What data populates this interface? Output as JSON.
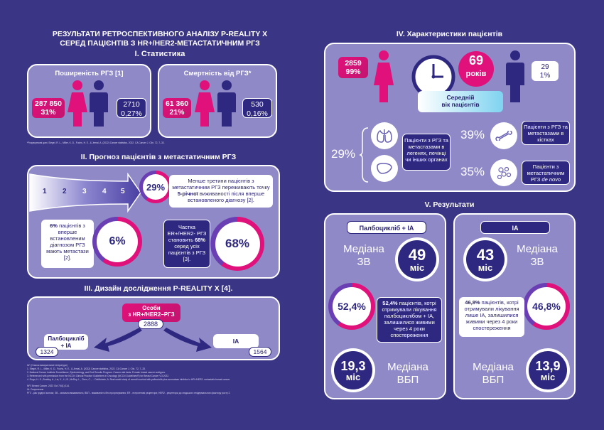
{
  "title": {
    "line1": "РЕЗУЛЬТАТИ  РЕТРОСПЕКТИВНОГО АНАЛІЗУ P-REALITY X",
    "line2": "СЕРЕД ПАЦІЄНТІВ З HR+/HER2-МЕТАСТАТИЧНИМ РГЗ"
  },
  "s1": {
    "heading": "І. Статистика",
    "prev_label": "Поширеність РГЗ [1]",
    "prev_f": "287 850\n31%",
    "prev_m": "2710\n0,27%",
    "mort_label": "Смертність від РГЗ*",
    "mort_f": "61 360\n21%",
    "mort_m": "530\n0,16%",
    "footnote": "*Розрахункові дані. Siegel, R. L., Miller, K. D., Fuchs, H. E., & Jemal, A. (2022) Cancer statistics, 2022. CA Cancer J. Clin. 72, 7–33."
  },
  "s2": {
    "heading": "ІІ. Прогноз пацієнтів з метастатичним РГЗ",
    "arrow_nums": [
      "1",
      "2",
      "3",
      "4",
      "5"
    ],
    "pct29": "29%",
    "text29_a": "Менше третини пацієнтів з метастатичним РГЗ переживають точку ",
    "text29_b": "5-річної",
    "text29_c": " виживаності після вперше встановленого діагнозу [2].",
    "pct6": "6%",
    "text6_a": "6%",
    "text6_b": " пацієнтів з вперше встановленим діагнозом РГЗ мають метастази [2].",
    "pct68": "68%",
    "text68_a": "Частка ER+/HER2- РГЗ становить ",
    "text68_b": "68%",
    "text68_c": " серед усіх пацієнтів з РГЗ [3]."
  },
  "s3": {
    "heading": "ІІІ. Дизайн дослідження  P-REALITY X [4].",
    "root_label": "Особи\nз HR+/HER2–РГЗ",
    "root_n": "2888",
    "left_label": "Палбоцикліб\n+ ІА",
    "left_n": "1324",
    "right_label": "ІА",
    "right_n": "1564"
  },
  "s4": {
    "heading": "IV. Характеристики пацієнтів",
    "female": "2859\n99%",
    "age_num": "69",
    "age_unit": "років",
    "age_label": "Середній\nвік пацієнтів",
    "male": "29\n1%",
    "pct29": "29%",
    "text29": "Пацієнти з РГЗ та метастазами в легенях, печінці чи інших органах",
    "pct39": "39%",
    "text39": "Пацієнти з РГЗ та метастазами в кістках",
    "pct35": "35%",
    "text35_a": "Пацієнти з метастатичним РГЗ ",
    "text35_b": "de novo"
  },
  "s5": {
    "heading": "V. Результати",
    "left_title": "Палбоцикліб + ІА",
    "right_title": "ІА",
    "median_os": "Медіана\nЗВ",
    "median_pfs": "Медіана\nВБП",
    "left_os_num": "49",
    "left_os_unit": "міс",
    "left_pct": "52,4%",
    "left_text_a": "52,4%",
    "left_text_b": " пацієнтів, котрі отримували лікування палбоциклібом + ІА, залишилися живими через 4 роки спостереження",
    "left_pfs_num": "19,3",
    "left_pfs_unit": "міс",
    "right_os_num": "43",
    "right_os_unit": "міс",
    "right_pct": "46,8%",
    "right_text_a": "46,8%",
    "right_text_b": " пацієнтів, котрі отримували лікування лише ІА, залишилися живими через 4 роки спостереження",
    "right_pfs_num": "13,9",
    "right_pfs_unit": "міс"
  },
  "footnotes": {
    "f0": "ІА* (Список використаної літератури)",
    "f1": "1. Siegel, R. L., Miller, K. D., Fuchs, H. E., & Jemal, A. (2022) Cancer statistics, 2022. CA Cancer J. Clin. 72, 7–33.",
    "f2": "2. National Cancer Institute Surveillance, Epidemiology, and End Results Program. Cancer stat facts: Female breast cancer subtypes.",
    "f3": "3. Referenced with permission from the NCCN Clinical Practice Guidelines in Oncology (NCCN Guidelines®) for Breast Cancer V.3.2022.",
    "f4": "4. Rugo, H. S., Brufsky, A., Liu, X., Li, B., McRoy, L., Chen, C., ... DeMichele, A. Real-world study of overall survival with palbociclib plus aromatase inhibitor in HR+/HER2- metastatic breast cancer.",
    "f5": "NPJ Breast Cancer. 2022 Oct 7;8(1):114.",
    "f6": "ІА: Скорочення",
    "f7": "РГЗ - рак грудної залози; ЗВ - загальна виживаність; ВБП - виживаність без прогресування; ER - естрогенові рецептори; HER2 - рецептори до людського епідермального фактору росту 2."
  }
}
